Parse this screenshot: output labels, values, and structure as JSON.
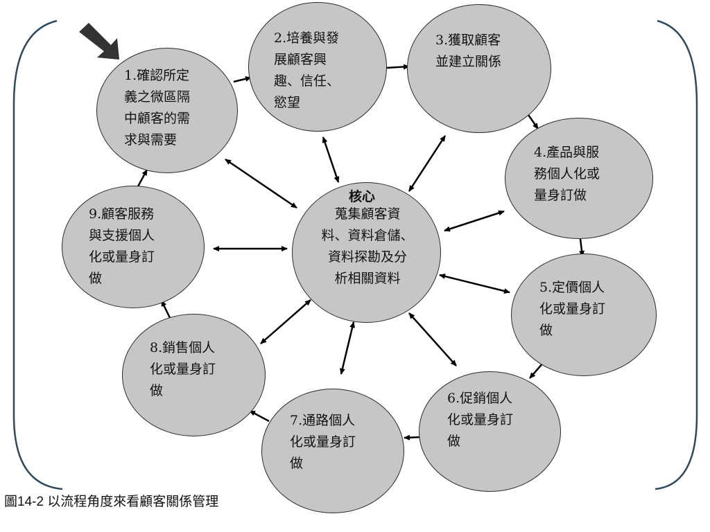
{
  "caption": "圖14-2 以流程角度來看顧客關係管理",
  "core": {
    "title": "核心",
    "text": "蒐集顧客資\n料、資料倉儲、\n資料探勘及分\n析相關資料"
  },
  "steps": [
    {
      "id": "step-1",
      "text": "1.確認所定\n義之微區隔\n中顧客的需\n求與需要"
    },
    {
      "id": "step-2",
      "text": "2.培養與發\n展顧客興\n趣、信任、\n慾望"
    },
    {
      "id": "step-3",
      "text": "3.獲取顧客\n並建立關係"
    },
    {
      "id": "step-4",
      "text": "4.產品與服\n務個人化或\n量身訂做"
    },
    {
      "id": "step-5",
      "text": "5.定價個人\n化或量身訂\n做"
    },
    {
      "id": "step-6",
      "text": "6.促銷個人\n化或量身訂\n做"
    },
    {
      "id": "step-7",
      "text": "7.通路個人\n化或量身訂\n做"
    },
    {
      "id": "step-8",
      "text": "8.銷售個人\n化或量身訂\n做"
    },
    {
      "id": "step-9",
      "text": "9.顧客服務\n與支援個人\n化或量身訂\n做"
    }
  ],
  "colors": {
    "circle_fill": "#c6c6c6",
    "bracket": "#2e4a5c",
    "arrow": "#000000"
  }
}
